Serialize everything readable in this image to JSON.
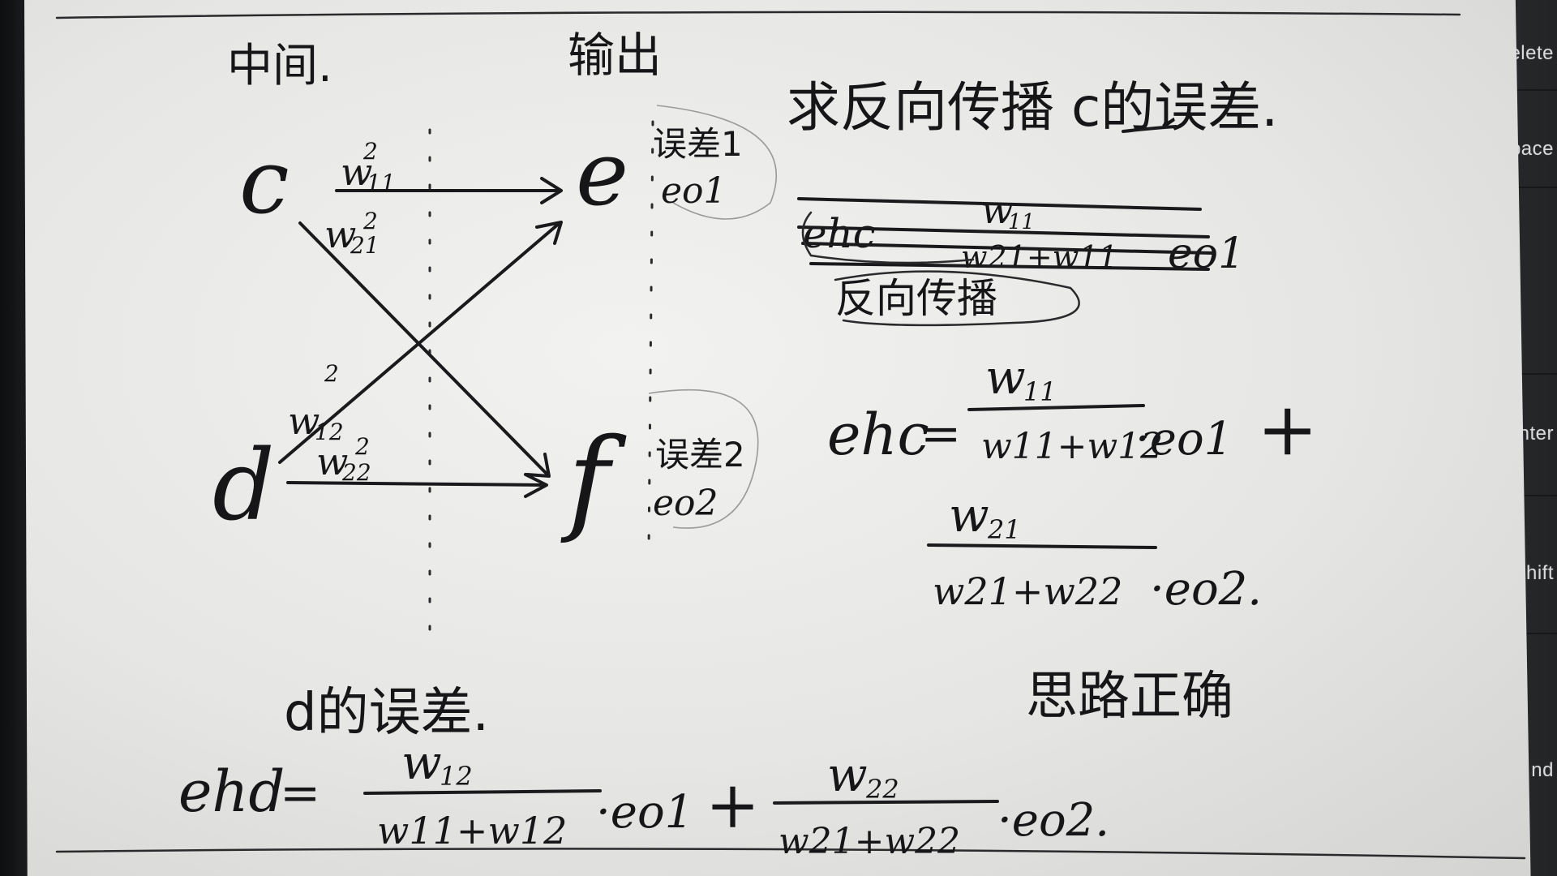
{
  "keyboard": {
    "keys": [
      {
        "label": "Delete"
      },
      {
        "label": "kspace"
      },
      {
        "label": "↵ Enter"
      },
      {
        "label": "⇧ Shift"
      },
      {
        "label": "nd"
      }
    ]
  },
  "notes": {
    "headers": {
      "middle": "中间.",
      "output": "输出"
    },
    "title": "求反向传播 c的误差.",
    "nodes": {
      "c": "c",
      "d": "d",
      "e": "e",
      "f": "f"
    },
    "weights": {
      "w11": "w",
      "w11_sub": "11",
      "w21": "w",
      "w21_sub": "21",
      "w12": "w",
      "w12_sub": "12",
      "w22": "w",
      "w22_sub": "22",
      "sup": "2"
    },
    "errors": {
      "e_label": "误差1",
      "e_value": "eo1",
      "f_label": "误差2",
      "f_value": "eo2"
    },
    "crossed_note": {
      "lhs": "ehc",
      "weight": "w",
      "weight_sub": "11",
      "denominator": "w21+w11",
      "eo": "eo1",
      "caption": "反向传播"
    },
    "ehc_formula": {
      "lhs": "ehc",
      "eq": "=",
      "term1_num": "w",
      "term1_num_sub": "11",
      "term1_den": "w11+w12",
      "term1_eo": "·eo1",
      "plus": "+",
      "term2_num": "w",
      "term2_num_sub": "21",
      "term2_den": "w21+w22",
      "term2_eo": "·eo2."
    },
    "correct_note": "思路正确",
    "d_error_title": "d的误差.",
    "ehd_formula": {
      "lhs": "ehd",
      "eq": "=",
      "term1_num": "w",
      "term1_num_sub": "12",
      "term1_den": "w11+w12",
      "term1_eo": "·eo1",
      "plus": "+",
      "term2_num": "w",
      "term2_num_sub": "22",
      "term2_den": "w21+w22",
      "term2_eo": "·eo2."
    }
  }
}
